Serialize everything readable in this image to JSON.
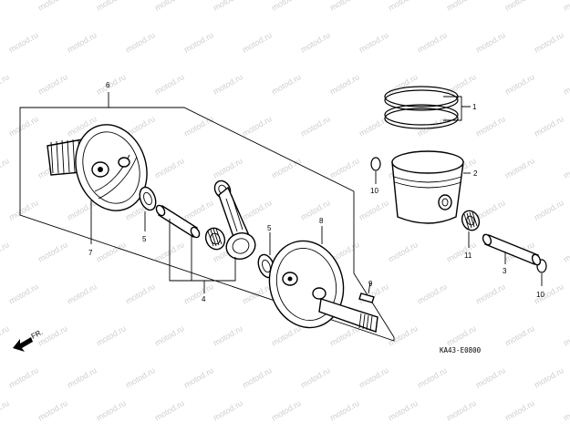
{
  "watermark": "motod.ru",
  "diagram_code": "KA43-E0800",
  "direction_label": "FR.",
  "callouts": {
    "c1": "1",
    "c2": "2",
    "c3": "3",
    "c4": "4",
    "c5a": "5",
    "c5b": "5",
    "c6": "6",
    "c7": "7",
    "c8": "8",
    "c9": "9",
    "c10a": "10",
    "c10b": "10",
    "c11": "11"
  }
}
